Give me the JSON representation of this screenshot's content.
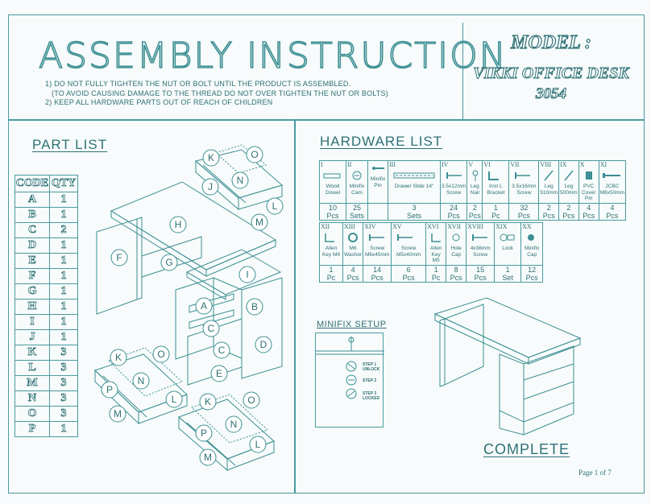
{
  "header": {
    "title": "ASSEMBLY INSTRUCTION",
    "notes": [
      "1) DO NOT FULLY TIGHTEN THE NUT OR BOLT UNTIL THE PRODUCT IS ASSEMBLED.",
      "(TO AVOID CAUSING DAMAGE TO THE THREAD DO NOT OVER TIGHTEN THE NUT OR BOLTS)",
      "2) KEEP ALL HARDWARE PARTS OUT OF REACH OF CHILDREN"
    ],
    "model_label": "MODEL :",
    "model_name": "VIKKI OFFICE DESK",
    "model_number": "3054"
  },
  "part_list": {
    "title": "PART LIST",
    "headers": [
      "CODE",
      "QTY"
    ],
    "rows": [
      [
        "A",
        "1"
      ],
      [
        "B",
        "1"
      ],
      [
        "C",
        "2"
      ],
      [
        "D",
        "1"
      ],
      [
        "E",
        "1"
      ],
      [
        "F",
        "1"
      ],
      [
        "G",
        "1"
      ],
      [
        "H",
        "1"
      ],
      [
        "I",
        "1"
      ],
      [
        "J",
        "1"
      ],
      [
        "K",
        "3"
      ],
      [
        "L",
        "3"
      ],
      [
        "M",
        "3"
      ],
      [
        "N",
        "3"
      ],
      [
        "O",
        "3"
      ],
      [
        "P",
        "1"
      ]
    ]
  },
  "diagram_labels": {
    "drawer_top": [
      "K",
      "O",
      "J",
      "N",
      "L",
      "M"
    ],
    "desk": [
      "H",
      "F",
      "G",
      "I",
      "A",
      "B",
      "C",
      "C",
      "D",
      "E"
    ],
    "drawer_left": [
      "K",
      "O",
      "N",
      "P",
      "L",
      "M"
    ],
    "drawer_right": [
      "K",
      "O",
      "N",
      "P",
      "L",
      "M"
    ]
  },
  "hardware_list": {
    "title": "HARDWARE LIST",
    "row1": [
      {
        "num": "I",
        "name": "Wood Dowel",
        "qty": "10",
        "unit": "Pcs",
        "icon": "dowel-icon"
      },
      {
        "num": "II",
        "name": "Minifix Cam",
        "qty": "25",
        "unit": "Sets",
        "icon": "minifix-cam-icon"
      },
      {
        "num": "",
        "name": "Minifix Pin",
        "qty": "",
        "unit": "",
        "icon": "minifix-pin-icon"
      },
      {
        "num": "III",
        "name": "Drawer Slide 14\"",
        "qty": "3",
        "unit": "Sets",
        "icon": "drawer-slide-icon"
      },
      {
        "num": "IV",
        "name": "3.5x12mm Screw",
        "qty": "24",
        "unit": "Pcs",
        "icon": "screw-icon"
      },
      {
        "num": "V",
        "name": "Leg Nail",
        "qty": "2",
        "unit": "Pcs",
        "icon": "leg-nail-icon"
      },
      {
        "num": "VI",
        "name": "Iron L Bracket",
        "qty": "1",
        "unit": "Pc",
        "icon": "bracket-icon"
      },
      {
        "num": "VII",
        "name": "3.5x16mm Screw",
        "qty": "32",
        "unit": "Pcs",
        "icon": "screw-icon"
      },
      {
        "num": "VIII",
        "name": "Leg 510mm",
        "qty": "2",
        "unit": "Pcs",
        "icon": "leg-icon"
      },
      {
        "num": "IX",
        "name": "Leg 500mm",
        "qty": "2",
        "unit": "Pcs",
        "icon": "leg-icon"
      },
      {
        "num": "X",
        "name": "PVC Cover Pin",
        "qty": "4",
        "unit": "Pcs",
        "icon": "cover-pin-icon"
      },
      {
        "num": "XI",
        "name": "JCBC M6x50mm",
        "qty": "4",
        "unit": "Pcs",
        "icon": "bolt-icon"
      }
    ],
    "row2": [
      {
        "num": "XII",
        "name": "Allen Key M4",
        "qty": "1",
        "unit": "Pc",
        "icon": "allen-key-icon"
      },
      {
        "num": "XIII",
        "name": "M6 Washer",
        "qty": "4",
        "unit": "Pcs",
        "icon": "washer-icon"
      },
      {
        "num": "XIV",
        "name": "Screw M6x45mm",
        "qty": "14",
        "unit": "Pcs",
        "icon": "screw-icon"
      },
      {
        "num": "XV",
        "name": "Screw M5x40mm",
        "qty": "6",
        "unit": "Pcs",
        "icon": "screw-icon"
      },
      {
        "num": "XVI",
        "name": "Allen Key M5",
        "qty": "1",
        "unit": "Pc",
        "icon": "allen-key-icon"
      },
      {
        "num": "XVII",
        "name": "Hole Cap",
        "qty": "8",
        "unit": "Pcs",
        "icon": "hole-cap-icon"
      },
      {
        "num": "XVIII",
        "name": "4x38mm Screw",
        "qty": "15",
        "unit": "Pcs",
        "icon": "screw-icon"
      },
      {
        "num": "XIX",
        "name": "Lock",
        "qty": "1",
        "unit": "Set",
        "icon": "lock-icon"
      },
      {
        "num": "XX",
        "name": "Minifix Cap",
        "qty": "12",
        "unit": "Pcs",
        "icon": "minifix-cap-icon"
      }
    ]
  },
  "minifix": {
    "title": "MINIFIX SETUP",
    "steps": [
      "STEP 1 UNLOCK",
      "STEP 2",
      "STEP 3 LOCKED"
    ]
  },
  "complete_label": "COMPLETE",
  "page": "Page 1 of 7"
}
